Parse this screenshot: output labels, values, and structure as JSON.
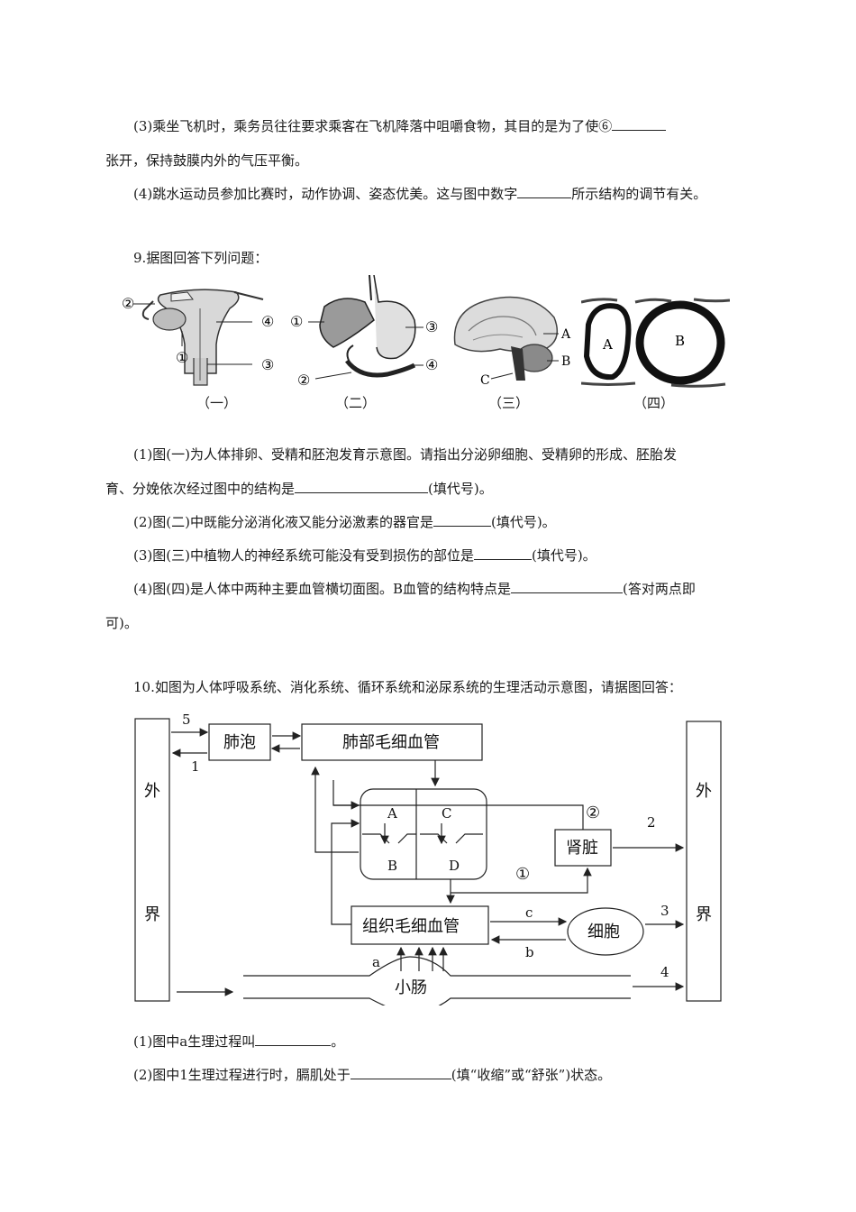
{
  "q8": {
    "p3_a": "(3)乘坐飞机时，乘务员往往要求乘客在飞机降落中咀嚼食物，其目的是为了使⑥",
    "p3_b": "张开，保持鼓膜内外的气压平衡。",
    "p4_a": "(4)跳水运动员参加比赛时，动作协调、姿态优美。这与图中数字",
    "p4_b": "所示结构的调节有关。"
  },
  "q9": {
    "title": "9.据图回答下列问题：",
    "fig1": {
      "caption": "（一）",
      "labels": [
        "②",
        "④",
        "①",
        "③"
      ]
    },
    "fig2": {
      "caption": "（二）",
      "labels": [
        "①",
        "③",
        "②",
        "④"
      ]
    },
    "fig3": {
      "caption": "（三）",
      "labels": [
        "A",
        "B",
        "C"
      ]
    },
    "fig4": {
      "caption": "（四）",
      "labels": [
        "A",
        "B"
      ]
    },
    "p1_a": "(1)图(一)为人体排卵、受精和胚泡发育示意图。请指出分泌卵细胞、受精卵的形成、胚胎发",
    "p1_b": "育、分娩依次经过图中的结构是",
    "p1_c": "(填代号)。",
    "p2_a": "(2)图(二)中既能分泌消化液又能分泌激素的器官是",
    "p2_b": "(填代号)。",
    "p3_a": "(3)图(三)中植物人的神经系统可能没有受到损伤的部位是",
    "p3_b": "(填代号)。",
    "p4_a": "(4)图(四)是人体中两种主要血管横切面图。B血管的结构特点是",
    "p4_b": "(答对两点即",
    "p4_c": "可)。"
  },
  "q10": {
    "title": "10.如图为人体呼吸系统、消化系统、循环系统和泌尿系统的生理活动示意图，请据图回答：",
    "diagram": {
      "outside_left": [
        "外",
        "界"
      ],
      "outside_right": [
        "外",
        "界"
      ],
      "alveoli": "肺泡",
      "lung_capillary": "肺部毛细血管",
      "heart_A": "A",
      "heart_B": "B",
      "heart_C": "C",
      "heart_D": "D",
      "kidney": "肾脏",
      "tissue_capillary": "组织毛细血管",
      "cell": "细胞",
      "small_intestine": "小肠",
      "n5": "5",
      "n1": "1",
      "n2": "2",
      "n3": "3",
      "n4": "4",
      "la": "a",
      "lb": "b",
      "lc": "c",
      "c1": "①",
      "c2": "②"
    },
    "p1_a": "(1)图中a生理过程叫",
    "p1_b": "。",
    "p2_a": "(2)图中1生理过程进行时，膈肌处于",
    "p2_b": "(填“收缩”或“舒张”)状态。"
  }
}
